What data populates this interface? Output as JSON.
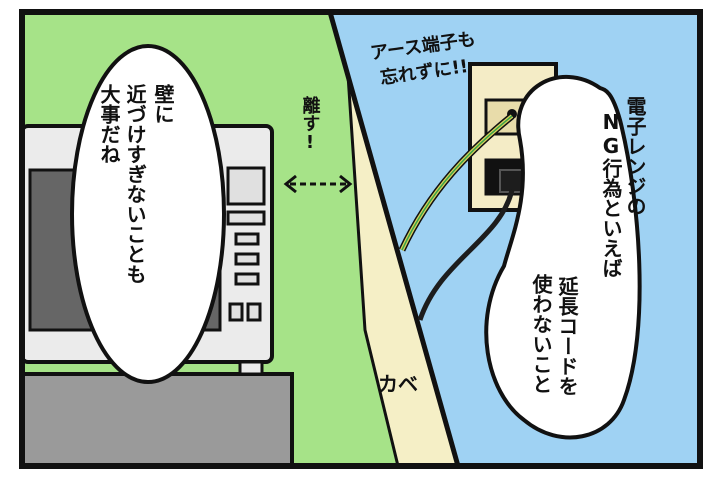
{
  "colors": {
    "left_wall": "#a6e388",
    "right_wall": "#9fd2f3",
    "wall_edge": "#f5efc6",
    "microwave": "#ebebeb",
    "microwave_window": "#666666",
    "counter": "#9a9a9a",
    "ground_wire": "#d9d15a",
    "ground_wire_stripe": "#3aa24a",
    "plug": "#1d1d1d"
  },
  "icons": {
    "outlet": "wall-outlet-icon",
    "arrow": "double-arrow-icon"
  },
  "bubble_left": {
    "line1": "壁に",
    "line2": "近づけすぎないことも",
    "line3": "大事だね"
  },
  "bubble_right": {
    "line1": "電子レンジの",
    "line2": "NG行為といえば",
    "line3": "延長コードを",
    "line4": "使わないこと"
  },
  "annotation_separate": "離す!",
  "annotation_ground": {
    "line1": "アース端子も",
    "line2": "忘れずに!!"
  },
  "wall_label": "カベ"
}
